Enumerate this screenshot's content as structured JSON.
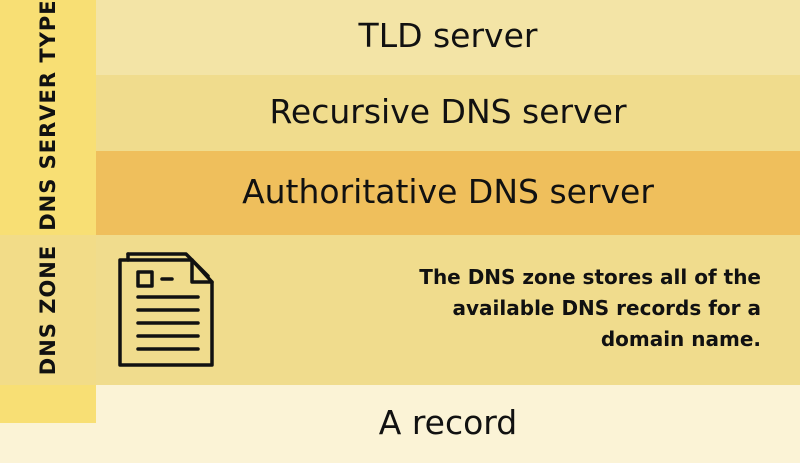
{
  "side_labels": {
    "top": "DNS SERVER TYPES",
    "zone": "DNS ZONE"
  },
  "server_types": {
    "tld": "TLD server",
    "recursive": "Recursive DNS server",
    "authoritative": "Authoritative DNS server"
  },
  "zone": {
    "description": "The DNS zone stores all of the available DNS records for a domain name.",
    "icon": "document-icon"
  },
  "records": {
    "a_record": "A record"
  },
  "colors": {
    "sidebar": "#f8df74",
    "row_light": "#f3e4a6",
    "row_mid": "#f0dc8d",
    "row_highlight": "#efbf5c",
    "bottom_row": "#fbf3d6"
  }
}
